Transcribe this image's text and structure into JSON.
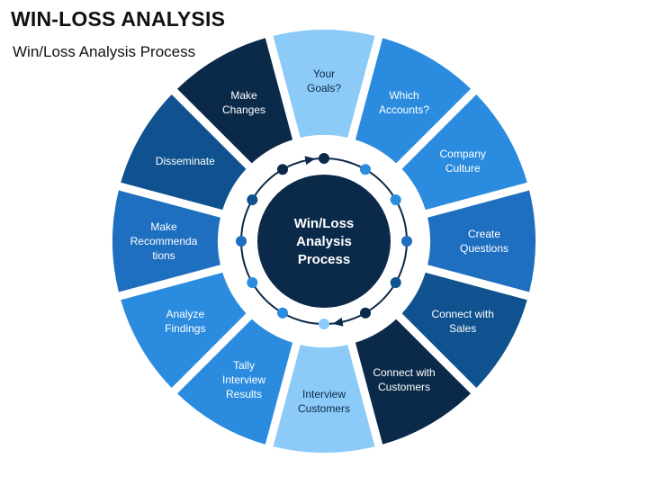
{
  "title": "WIN-LOSS ANALYSIS",
  "subtitle": "Win/Loss Analysis Process",
  "center": {
    "lines": [
      "Win/Loss",
      "Analysis",
      "Process"
    ],
    "fill": "#0b2a4a"
  },
  "segments": [
    {
      "lines": [
        "Your",
        "Goals?"
      ],
      "fill": "#8ccaf7",
      "text": "#0b2a4a"
    },
    {
      "lines": [
        "Which",
        "Accounts?"
      ],
      "fill": "#2b8cdf",
      "text": "#ffffff"
    },
    {
      "lines": [
        "Company",
        "Culture"
      ],
      "fill": "#2b8cdf",
      "text": "#ffffff"
    },
    {
      "lines": [
        "Create",
        "Questions"
      ],
      "fill": "#1e6fc0",
      "text": "#ffffff"
    },
    {
      "lines": [
        "Connect with",
        "Sales"
      ],
      "fill": "#0f528f",
      "text": "#ffffff"
    },
    {
      "lines": [
        "Connect with",
        "Customers"
      ],
      "fill": "#0b2a4a",
      "text": "#ffffff"
    },
    {
      "lines": [
        "Interview",
        "Customers"
      ],
      "fill": "#8ccaf7",
      "text": "#0b2a4a"
    },
    {
      "lines": [
        "Tally",
        "Interview",
        "Results"
      ],
      "fill": "#2b8cdf",
      "text": "#ffffff"
    },
    {
      "lines": [
        "Analyze",
        "Findings"
      ],
      "fill": "#2b8cdf",
      "text": "#ffffff"
    },
    {
      "lines": [
        "Make",
        "Recommenda",
        "tions"
      ],
      "fill": "#1e6fc0",
      "text": "#ffffff"
    },
    {
      "lines": [
        "Disseminate"
      ],
      "fill": "#0f528f",
      "text": "#ffffff"
    },
    {
      "lines": [
        "Make",
        "Changes"
      ],
      "fill": "#0b2a4a",
      "text": "#ffffff"
    }
  ],
  "ring_dots": [
    {
      "color": "#0b2a4a"
    },
    {
      "color": "#2b8cdf"
    },
    {
      "color": "#2b8cdf"
    },
    {
      "color": "#1e6fc0"
    },
    {
      "color": "#0f528f"
    },
    {
      "color": "#0b2a4a"
    },
    {
      "color": "#8ccaf7"
    },
    {
      "color": "#2b8cdf"
    },
    {
      "color": "#2b8cdf"
    },
    {
      "color": "#1e6fc0"
    },
    {
      "color": "#0f528f"
    },
    {
      "color": "#0b2a4a"
    }
  ]
}
